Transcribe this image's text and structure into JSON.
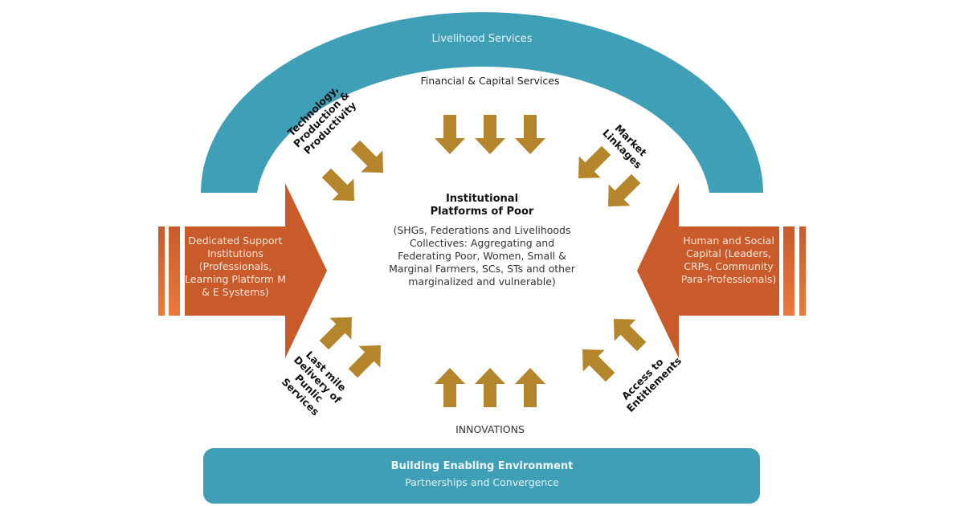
{
  "colors": {
    "teal": "#3f9fb7",
    "orange": "#c95b2b",
    "orange_light": "#e9773a",
    "gold": "#b5852b",
    "text_dark": "#222222"
  },
  "arch": {
    "label": "Livelihood Services"
  },
  "financial": {
    "label": "Financial  & Capital Services",
    "arrow_direction": "down",
    "arrow_count": 3
  },
  "center": {
    "title": "Institutional Platforms of Poor",
    "body": "(SHGs, Federations and Livelihoods Collectives: Aggregating and Federating Poor, Women, Small & Marginal Farmers, SCs, STs and other marginalized and vulnerable)"
  },
  "left_block": {
    "label": "Dedicated Support Institutions (Professionals, Learning Platform M & E Systems)",
    "arrow_direction": "right"
  },
  "right_block": {
    "label": "Human and Social Capital (Leaders, CRPs, Community  Para-Professionals)",
    "arrow_direction": "left"
  },
  "diagonal_labels": {
    "top_left": "Technology, Production & Productivity",
    "top_right": "Market Linkages",
    "bottom_left": "Last mile Delivery of Punlic Services",
    "bottom_right": "Access to Entitlements"
  },
  "innovations": {
    "label": "INNOVATIONS",
    "arrow_direction": "up",
    "arrow_count": 3
  },
  "base": {
    "title": "Building Enabling Environment",
    "subtitle": "Partnerships and Convergence"
  }
}
